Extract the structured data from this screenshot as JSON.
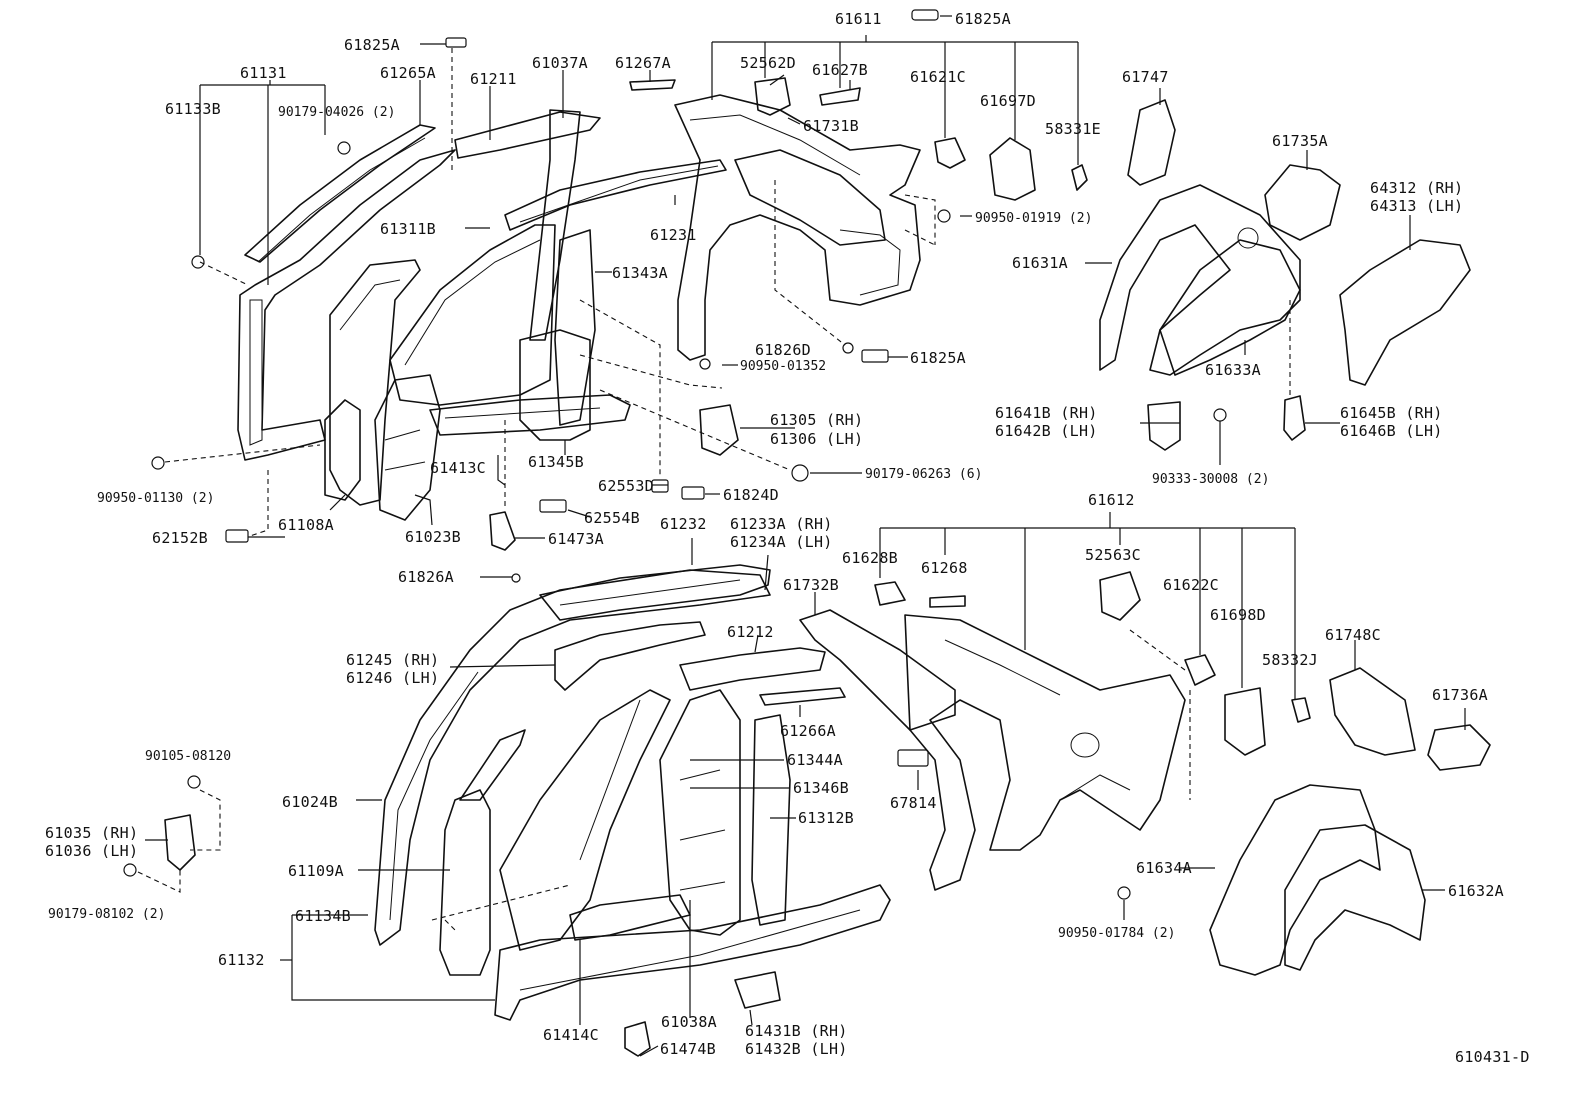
{
  "diagram_id": "610431-D",
  "labels": [
    {
      "id": "61611",
      "text": "61611"
    },
    {
      "id": "61825A_top",
      "text": "61825A"
    },
    {
      "id": "61825A_left",
      "text": "61825A"
    },
    {
      "id": "61131",
      "text": "61131"
    },
    {
      "id": "61265A",
      "text": "61265A"
    },
    {
      "id": "61211",
      "text": "61211"
    },
    {
      "id": "61037A",
      "text": "61037A"
    },
    {
      "id": "61267A",
      "text": "61267A"
    },
    {
      "id": "52562D",
      "text": "52562D"
    },
    {
      "id": "61627B",
      "text": "61627B"
    },
    {
      "id": "61621C",
      "text": "61621C"
    },
    {
      "id": "61697D",
      "text": "61697D"
    },
    {
      "id": "58331E",
      "text": "58331E"
    },
    {
      "id": "61747",
      "text": "61747"
    },
    {
      "id": "61133B",
      "text": "61133B"
    },
    {
      "id": "90179-04026",
      "text": "90179-04026 (2)"
    },
    {
      "id": "61731B",
      "text": "61731B"
    },
    {
      "id": "61735A",
      "text": "61735A"
    },
    {
      "id": "64312",
      "text": "64312 (RH)"
    },
    {
      "id": "64313",
      "text": "64313 (LH)"
    },
    {
      "id": "90950-01919",
      "text": "90950-01919 (2)"
    },
    {
      "id": "61311B",
      "text": "61311B"
    },
    {
      "id": "61231",
      "text": "61231"
    },
    {
      "id": "61631A",
      "text": "61631A"
    },
    {
      "id": "61343A",
      "text": "61343A"
    },
    {
      "id": "61826D",
      "text": "61826D"
    },
    {
      "id": "61825A_mid",
      "text": "61825A"
    },
    {
      "id": "61633A",
      "text": "61633A"
    },
    {
      "id": "90950-01352",
      "text": "90950-01352"
    },
    {
      "id": "61305",
      "text": "61305 (RH)"
    },
    {
      "id": "61306",
      "text": "61306 (LH)"
    },
    {
      "id": "61641B",
      "text": "61641B (RH)"
    },
    {
      "id": "61642B",
      "text": "61642B (LH)"
    },
    {
      "id": "61645B",
      "text": "61645B (RH)"
    },
    {
      "id": "61646B",
      "text": "61646B (LH)"
    },
    {
      "id": "90950-01130",
      "text": "90950-01130 (2)"
    },
    {
      "id": "61413C",
      "text": "61413C"
    },
    {
      "id": "61345B",
      "text": "61345B"
    },
    {
      "id": "90179-06263",
      "text": "90179-06263 (6)"
    },
    {
      "id": "90333-30008",
      "text": "90333-30008 (2)"
    },
    {
      "id": "62553D",
      "text": "62553D"
    },
    {
      "id": "61824D",
      "text": "61824D"
    },
    {
      "id": "61108A",
      "text": "61108A"
    },
    {
      "id": "61023B",
      "text": "61023B"
    },
    {
      "id": "62554B",
      "text": "62554B"
    },
    {
      "id": "61612",
      "text": "61612"
    },
    {
      "id": "62152B",
      "text": "62152B"
    },
    {
      "id": "61473A",
      "text": "61473A"
    },
    {
      "id": "61232",
      "text": "61232"
    },
    {
      "id": "61233A",
      "text": "61233A (RH)"
    },
    {
      "id": "61234A",
      "text": "61234A (LH)"
    },
    {
      "id": "61628B",
      "text": "61628B"
    },
    {
      "id": "61268",
      "text": "61268"
    },
    {
      "id": "52563C",
      "text": "52563C"
    },
    {
      "id": "61622C",
      "text": "61622C"
    },
    {
      "id": "61826A",
      "text": "61826A"
    },
    {
      "id": "61732B",
      "text": "61732B"
    },
    {
      "id": "61698D",
      "text": "61698D"
    },
    {
      "id": "61748C",
      "text": "61748C"
    },
    {
      "id": "61212",
      "text": "61212"
    },
    {
      "id": "58332J",
      "text": "58332J"
    },
    {
      "id": "61245",
      "text": "61245 (RH)"
    },
    {
      "id": "61246",
      "text": "61246 (LH)"
    },
    {
      "id": "61736A",
      "text": "61736A"
    },
    {
      "id": "61266A",
      "text": "61266A"
    },
    {
      "id": "61344A",
      "text": "61344A"
    },
    {
      "id": "90105-08120",
      "text": "90105-08120"
    },
    {
      "id": "61346B",
      "text": "61346B"
    },
    {
      "id": "67814",
      "text": "67814"
    },
    {
      "id": "61024B",
      "text": "61024B"
    },
    {
      "id": "61312B",
      "text": "61312B"
    },
    {
      "id": "61035",
      "text": "61035 (RH)"
    },
    {
      "id": "61036",
      "text": "61036 (LH)"
    },
    {
      "id": "61109A",
      "text": "61109A"
    },
    {
      "id": "61634A",
      "text": "61634A"
    },
    {
      "id": "61632A",
      "text": "61632A"
    },
    {
      "id": "90179-08102",
      "text": "90179-08102 (2)"
    },
    {
      "id": "61134B",
      "text": "61134B"
    },
    {
      "id": "90950-01784",
      "text": "90950-01784 (2)"
    },
    {
      "id": "61132",
      "text": "61132"
    },
    {
      "id": "61414C",
      "text": "61414C"
    },
    {
      "id": "61038A",
      "text": "61038A"
    },
    {
      "id": "61431B",
      "text": "61431B (RH)"
    },
    {
      "id": "61432B",
      "text": "61432B (LH)"
    },
    {
      "id": "61474B",
      "text": "61474B"
    }
  ]
}
